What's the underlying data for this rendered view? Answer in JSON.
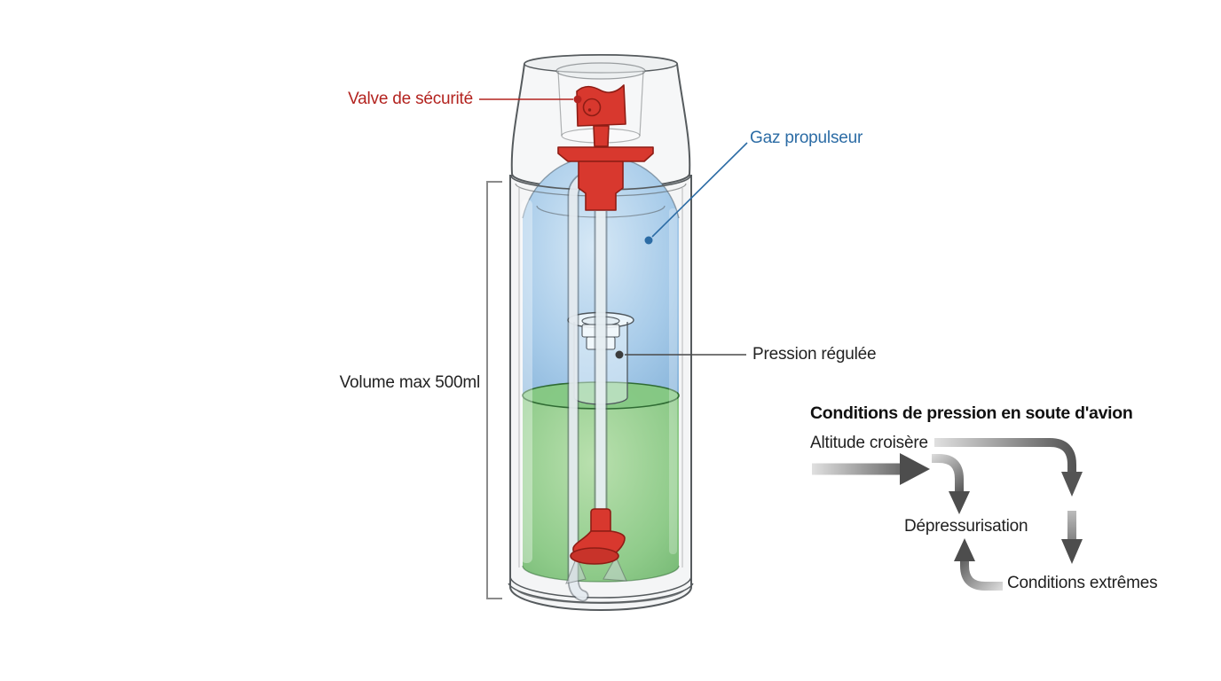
{
  "labels": {
    "valve": "Valve de sécurité",
    "gaz": "Gaz propulseur",
    "pression": "Pression régulée",
    "volume": "Volume max 500ml"
  },
  "flow": {
    "title": "Conditions de pression en soute d'avion",
    "altitude": "Altitude croisère",
    "depressurisation": "Dépressurisation",
    "extremes": "Conditions extrêmes"
  },
  "colors": {
    "label_red": "#b3231f",
    "label_blue": "#2c6ca5",
    "text_dark": "#1f1f1f",
    "gas_blue": "#9cc4e4",
    "liquid_green": "#86c985",
    "valve_red": "#d8382e",
    "arrow_light": "#dedede",
    "arrow_dark": "#4f4f4f"
  }
}
